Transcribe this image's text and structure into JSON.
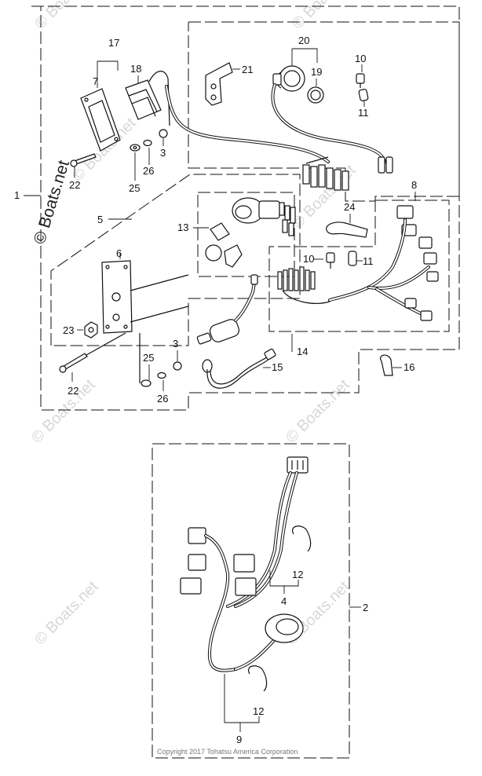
{
  "callouts": {
    "c1": "1",
    "c2": "2",
    "c3a": "3",
    "c3b": "3",
    "c4": "4",
    "c5": "5",
    "c6": "6",
    "c7": "7",
    "c8": "8",
    "c9": "9",
    "c10a": "10",
    "c10b": "10",
    "c11a": "11",
    "c11b": "11",
    "c12a": "12",
    "c12b": "12",
    "c13": "13",
    "c14": "14",
    "c15": "15",
    "c16": "16",
    "c17": "17",
    "c18": "18",
    "c19": "19",
    "c20": "20",
    "c21": "21",
    "c22a": "22",
    "c22b": "22",
    "c23": "23",
    "c24": "24",
    "c25a": "25",
    "c25b": "25",
    "c26a": "26",
    "c26b": "26"
  },
  "watermark": {
    "text": "© Boats.net",
    "primary": "© Boats.net"
  },
  "copyright": "Copyright 2017 Tohatsu America Corporation",
  "colors": {
    "line": "#111111",
    "background": "#ffffff",
    "watermark": "#d7d7d7"
  }
}
